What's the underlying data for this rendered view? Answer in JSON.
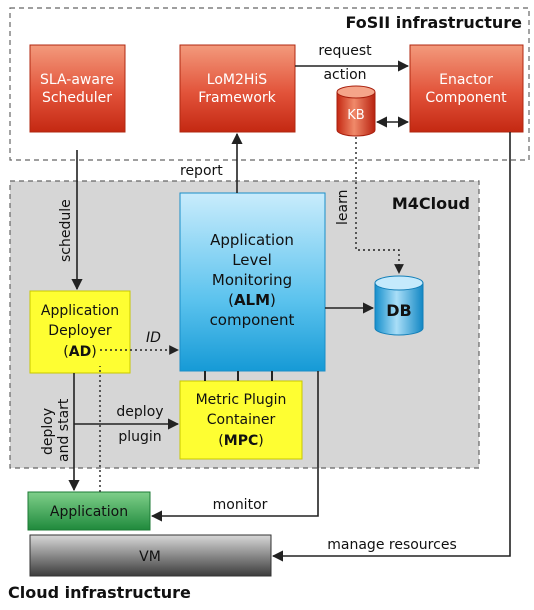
{
  "fosii": {
    "title": "FoSII infrastructure"
  },
  "m4cloud": {
    "title": "M4Cloud"
  },
  "cloud": {
    "title": "Cloud infrastructure"
  },
  "nodes": {
    "sla": {
      "line1": "SLA-aware",
      "line2": "Scheduler"
    },
    "lom2his": {
      "line1": "LoM2HiS",
      "line2": "Framework"
    },
    "enactor": {
      "line1": "Enactor",
      "line2": "Component"
    },
    "kb": {
      "label": "KB"
    },
    "alm": {
      "line1": "Application",
      "line2": "Level",
      "line3": "Monitoring",
      "line4_bold": "ALM",
      "line5": "component"
    },
    "db": {
      "label": "DB"
    },
    "ad": {
      "line1": "Application",
      "line2": "Deployer",
      "line3_bold": "AD"
    },
    "mpc": {
      "line1": "Metric Plugin",
      "line2": "Container",
      "line3_bold": "MPC"
    },
    "app": {
      "label": "Application"
    },
    "vm": {
      "label": "VM"
    }
  },
  "edges": {
    "request": "request",
    "action": "action",
    "report": "report",
    "learn": "learn",
    "schedule": "schedule",
    "id": "ID",
    "deploy_start_1": "deploy",
    "deploy_start_2": "and start",
    "deploy_plugin_1": "deploy",
    "deploy_plugin_2": "plugin",
    "monitor": "monitor",
    "manage": "manage resources"
  },
  "colors": {
    "red_top": "#f08a6a",
    "red_bottom": "#cc2a12",
    "blue_top": "#bfe7fb",
    "blue_bottom": "#1aa3de",
    "yellow": "#fefe32",
    "green": "#2f9a4c",
    "vm_dark": "#555555",
    "m4cloud_bg": "#d6d6d6"
  }
}
